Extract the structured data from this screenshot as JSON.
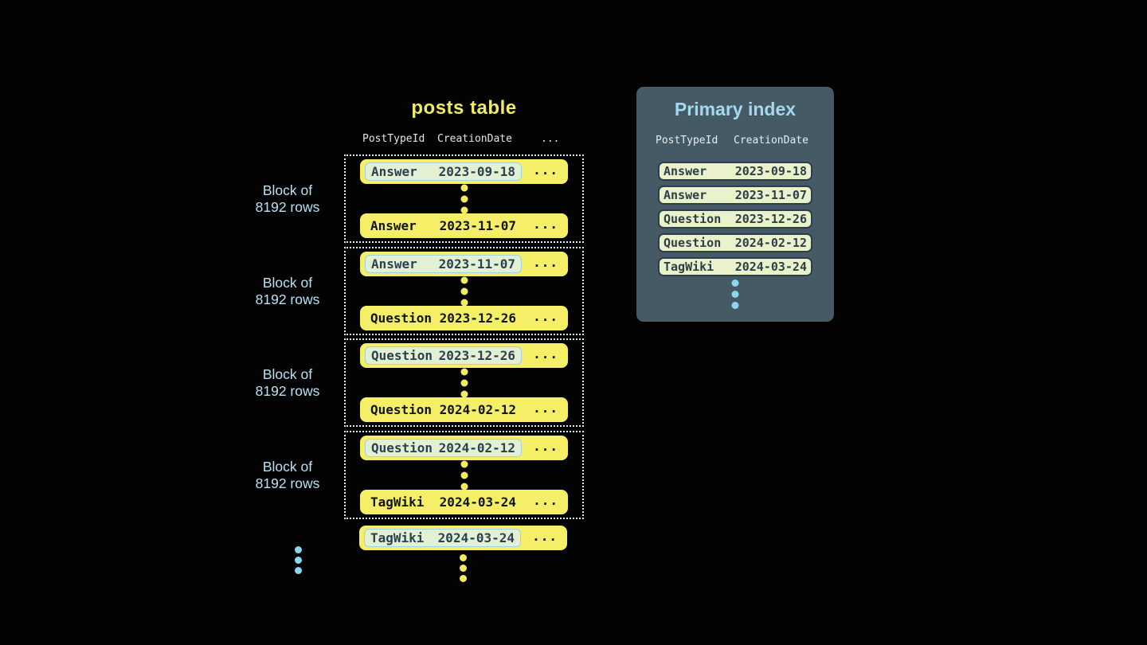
{
  "posts_table": {
    "title": "posts table",
    "header": {
      "col1": "PostTypeId",
      "col2": "CreationDate"
    },
    "ellipsis": "...",
    "block_label": {
      "line1": "Block of",
      "line2": "8192 rows"
    },
    "blocks": [
      {
        "first": {
          "type": "Answer",
          "date": "2023-09-18"
        },
        "last": {
          "type": "Answer",
          "date": "2023-11-07"
        }
      },
      {
        "first": {
          "type": "Answer",
          "date": "2023-11-07"
        },
        "last": {
          "type": "Question",
          "date": "2023-12-26"
        }
      },
      {
        "first": {
          "type": "Question",
          "date": "2023-12-26"
        },
        "last": {
          "type": "Question",
          "date": "2024-02-12"
        }
      },
      {
        "first": {
          "type": "Question",
          "date": "2024-02-12"
        },
        "last": {
          "type": "TagWiki",
          "date": "2024-03-24"
        }
      }
    ],
    "trailing_row": {
      "type": "TagWiki",
      "date": "2024-03-24"
    }
  },
  "primary_index": {
    "title": "Primary index",
    "header": {
      "col1": "PostTypeId",
      "col2": "CreationDate"
    },
    "rows": [
      {
        "type": "Answer",
        "date": "2023-09-18"
      },
      {
        "type": "Answer",
        "date": "2023-11-07"
      },
      {
        "type": "Question",
        "date": "2023-12-26"
      },
      {
        "type": "Question",
        "date": "2024-02-12"
      },
      {
        "type": "TagWiki",
        "date": "2024-03-24"
      }
    ]
  },
  "colors": {
    "background": "#030303",
    "row_yellow": "#f5ef67",
    "title_yellow": "#f0eb64",
    "highlight_green": "#e3f0d3",
    "highlight_border_blue": "#9fd2e4",
    "block_label_blue": "#b7e1f3",
    "dotted_border": "#d9edf5",
    "panel_background": "#455a64",
    "panel_title_blue": "#a2d9ef",
    "index_row_green": "#e9f2ca",
    "index_row_border": "#2c3e49",
    "dot_blue": "#8ed5f0",
    "dot_yellow": "#f2ec62",
    "dark_text": "#10151a"
  }
}
